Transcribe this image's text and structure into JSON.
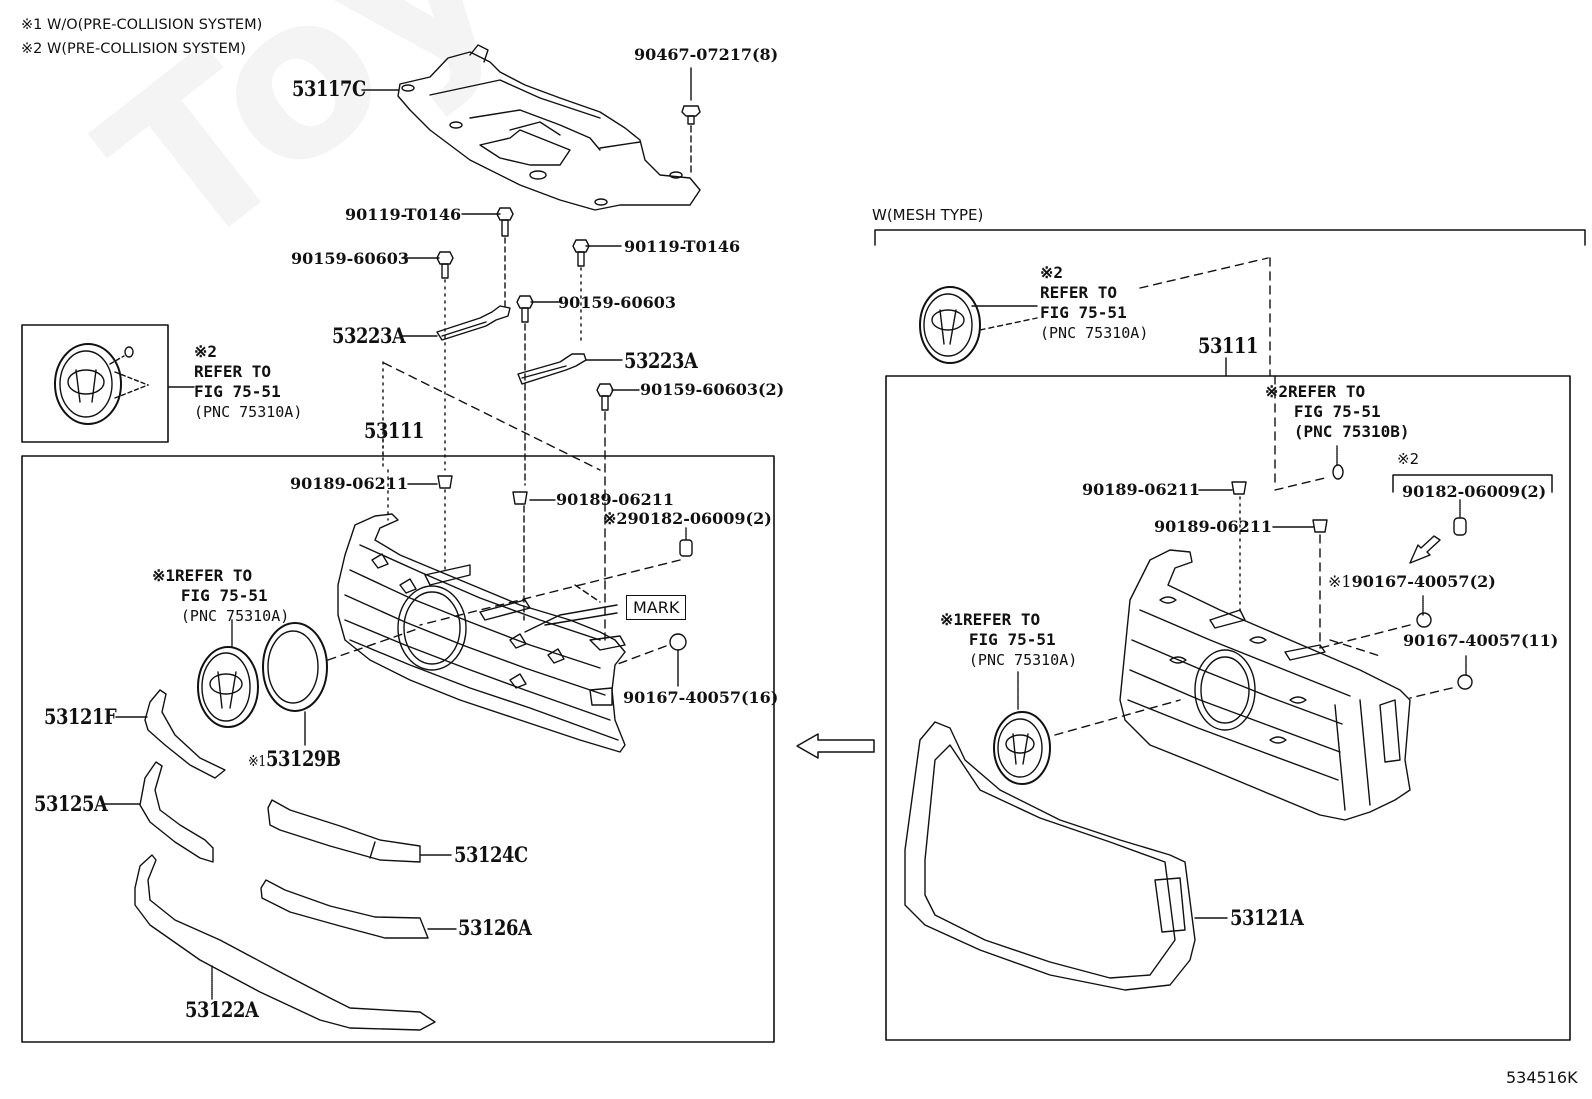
{
  "diagram": {
    "figure_id": "534516K",
    "watermark": "ToyotaCarMine.ru",
    "footnotes": [
      {
        "symbol": "※1",
        "text": "W/O(PRE-COLLISION SYSTEM)"
      },
      {
        "symbol": "※2",
        "text": "W(PRE-COLLISION SYSTEM)"
      }
    ],
    "top_assembly": {
      "radiator_cover": "53117C",
      "clip_top": "90467-07217(8)",
      "bolt_left": "90119-T0146",
      "bolt_right": "90119-T0146",
      "screw_left": "90159-60603",
      "screw_mid": "90159-60603",
      "screw_right": "90159-60603(2)",
      "bracket_left": "53223A",
      "bracket_right": "53223A"
    },
    "left_inset": {
      "note_symbol": "※2",
      "line1": "REFER TO",
      "line2": "FIG 75-51",
      "line3": "(PNC 75310A)"
    },
    "left_panel": {
      "assembly_label": "53111",
      "clip_left": "90189-06211",
      "clip_right": "90189-06211",
      "nut_note": "※2",
      "nut": "90182-06009(2)",
      "mark_label": "MARK",
      "screw": "90167-40057(16)",
      "emblem_ref": {
        "symbol": "※1",
        "line1": "REFER TO",
        "line2": "FIG 75-51",
        "line3": "(PNC 75310A)"
      },
      "emblem_ring_symbol": "※1",
      "emblem_ring": "53129B",
      "parts": {
        "p53121F": "53121F",
        "p53125A": "53125A",
        "p53124C": "53124C",
        "p53126A": "53126A",
        "p53122A": "53122A"
      }
    },
    "right_panel": {
      "section_title": "W(MESH TYPE)",
      "assembly_label": "53111",
      "emblem_top_ref": {
        "symbol": "※2",
        "line1": "REFER TO",
        "line2": "FIG 75-51",
        "line3": "(PNC 75310A)"
      },
      "sensor_ref": {
        "symbol": "※2",
        "line1": "REFER TO",
        "line2": "FIG 75-51",
        "line3": "(PNC 75310B)"
      },
      "nut_note": "※2",
      "nut": "90182-06009(2)",
      "clip_upper": "90189-06211",
      "clip_lower": "90189-06211",
      "screw_note_symbol": "※1",
      "screw_note": "90167-40057(2)",
      "screw": "90167-40057(11)",
      "emblem_ref": {
        "symbol": "※1",
        "line1": "REFER TO",
        "line2": "FIG 75-51",
        "line3": "(PNC 75310A)"
      },
      "surround": "53121A"
    },
    "arrow_direction": "left"
  }
}
